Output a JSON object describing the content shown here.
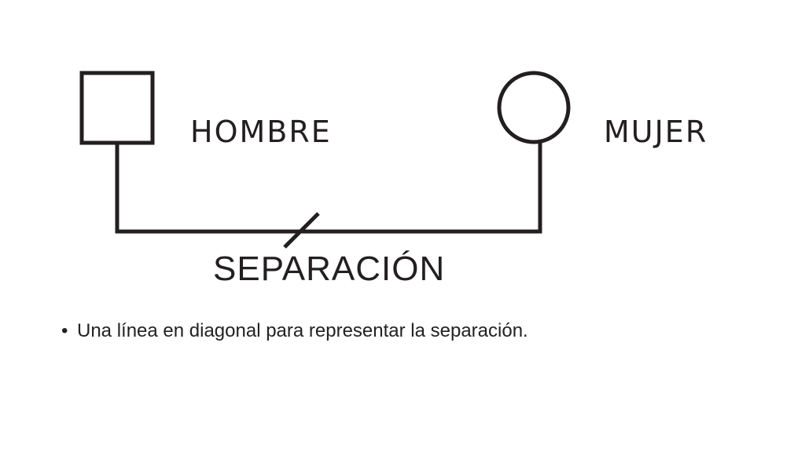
{
  "diagram": {
    "male_label": "HOMBRE",
    "female_label": "MUJER",
    "separation_label": "SEPARACIÓN",
    "symbols": {
      "male": "square",
      "female": "circle",
      "separation_mark": "diagonal-slash"
    },
    "line_color": "#231f20"
  },
  "bullets": [
    {
      "marker": "•",
      "text": "Una línea en diagonal para representar la separación."
    }
  ]
}
